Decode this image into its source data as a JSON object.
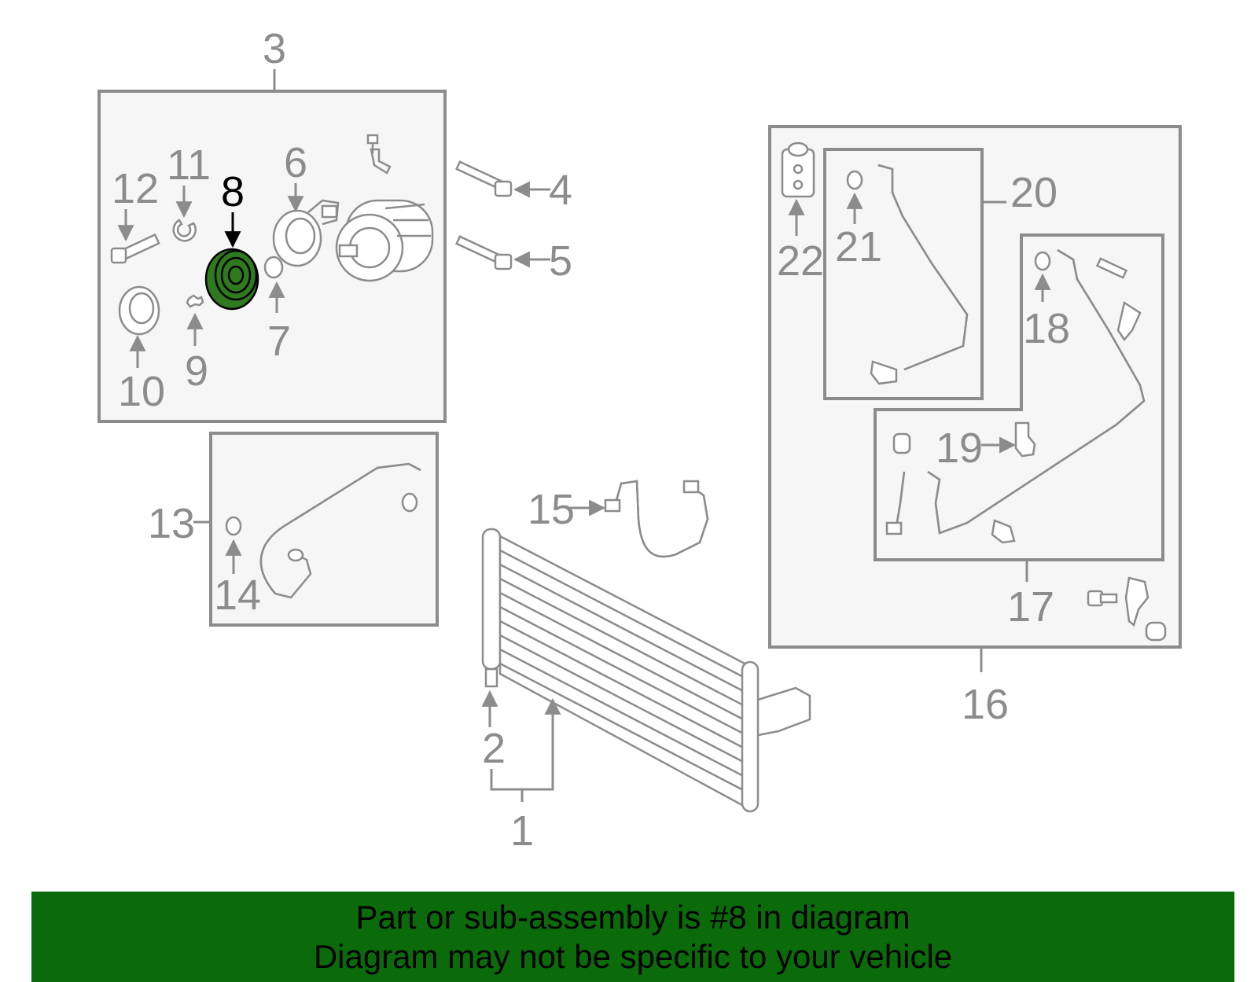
{
  "diagram": {
    "callouts": {
      "c1": "1",
      "c2": "2",
      "c3": "3",
      "c4": "4",
      "c5": "5",
      "c6": "6",
      "c7": "7",
      "c8": "8",
      "c9": "9",
      "c10": "10",
      "c11": "11",
      "c12": "12",
      "c13": "13",
      "c14": "14",
      "c15": "15",
      "c16": "16",
      "c17": "17",
      "c18": "18",
      "c19": "19",
      "c20": "20",
      "c21": "21",
      "c22": "22"
    },
    "highlighted_part": "8",
    "colors": {
      "highlight_fill": "#2f7a1f",
      "line_gray": "#8c8c8c",
      "box_fill": "#f6f6f6",
      "banner_bg": "#0b6b0b"
    }
  },
  "banner": {
    "line1": "Part or sub-assembly is #8 in diagram",
    "line2": "Diagram may not be specific to your vehicle"
  }
}
